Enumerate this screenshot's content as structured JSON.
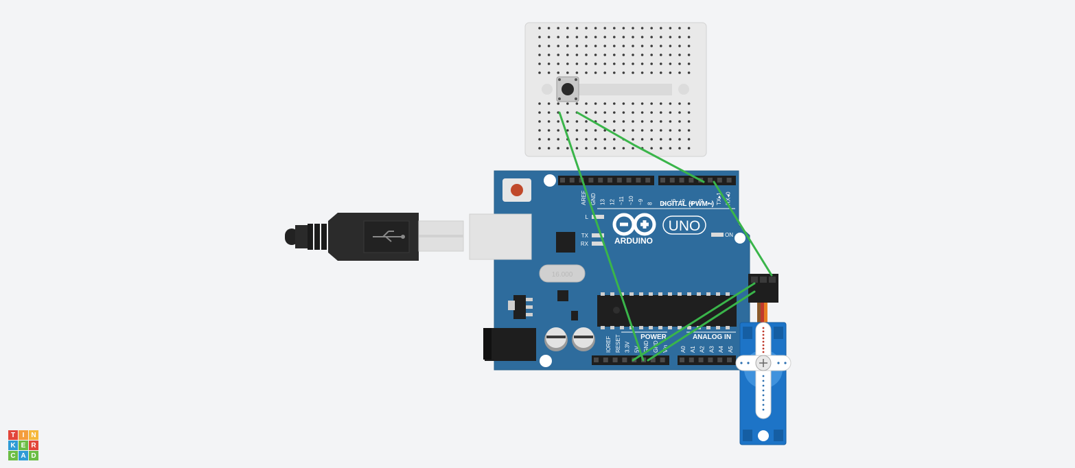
{
  "app": {
    "logo_letters": [
      "T",
      "I",
      "N",
      "K",
      "E",
      "R",
      "C",
      "A",
      "D"
    ],
    "logo_colors": [
      "#e2463b",
      "#f49d3c",
      "#f6b83a",
      "#2e9bd6",
      "#6bbd45",
      "#e2463b",
      "#6bbd45",
      "#2e9bd6",
      "#6bbd45"
    ]
  },
  "board": {
    "brand": "ARDUINO",
    "model": "UNO",
    "digital_header": "DIGITAL (PWM~)",
    "power_header": "POWER",
    "analog_header": "ANALOG IN",
    "crystal": "16.000",
    "led_l": "L",
    "led_tx": "TX",
    "led_rx": "RX",
    "led_on": "ON",
    "digital_pins": [
      "AREF",
      "GND",
      "13",
      "12",
      "~11",
      "~10",
      "~9",
      "8",
      "7",
      "~6",
      "~5",
      "4",
      "~3",
      "2",
      "TX▸1",
      "RX◂0"
    ],
    "power_pins": [
      "IOREF",
      "RESET",
      "3.3V",
      "5V",
      "GND",
      "GND",
      "Vin"
    ],
    "analog_pins": [
      "A0",
      "A1",
      "A2",
      "A3",
      "A4",
      "A5"
    ]
  },
  "colors": {
    "board": "#2e6c9d",
    "wire": "#3ab54a",
    "servo": "#1d74c7",
    "breadboard": "#e9e9e9"
  }
}
